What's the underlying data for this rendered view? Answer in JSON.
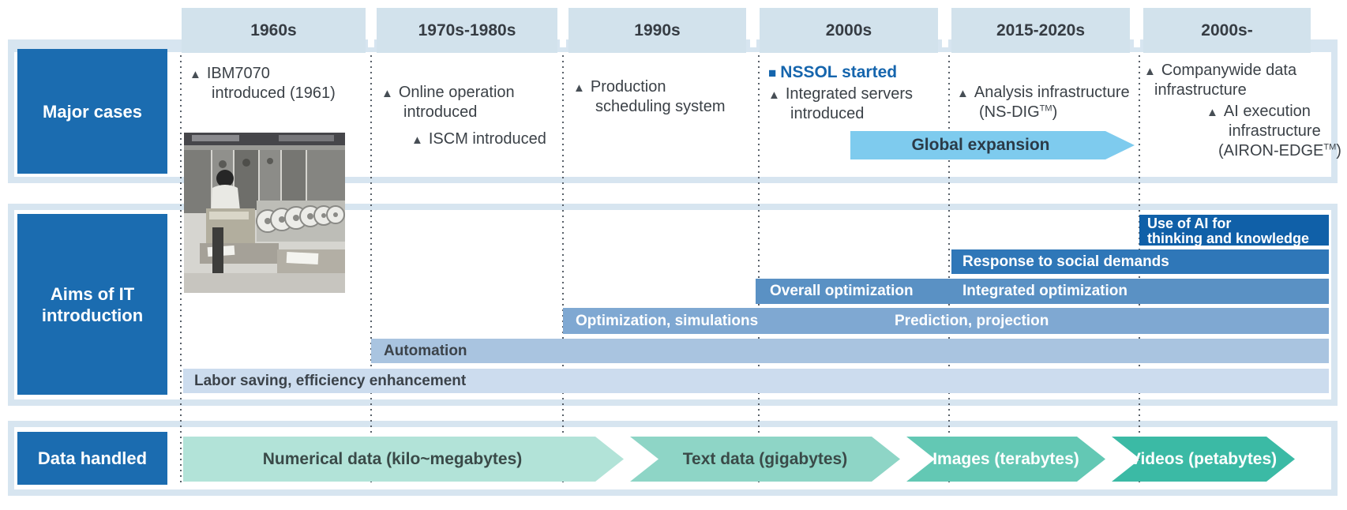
{
  "header": {
    "periods": [
      "1960s",
      "1970s-1980s",
      "1990s",
      "2000s",
      "2015-2020s",
      "2000s-"
    ]
  },
  "icons": {
    "event_marker": "▲",
    "company_marker": "■"
  },
  "sections": {
    "major_cases": {
      "label": "Major cases",
      "entries": {
        "ibm": {
          "line1": "IBM7070",
          "line2": "introduced (1961)"
        },
        "online": {
          "line1": "Online operation",
          "line2": "introduced"
        },
        "iscm": {
          "line1": "ISCM introduced"
        },
        "production": {
          "line1": "Production",
          "line2": "scheduling system"
        },
        "nssol": {
          "text": "NSSOL started"
        },
        "integrated_servers": {
          "line1": "Integrated servers",
          "line2": "introduced"
        },
        "analysis": {
          "line1": "Analysis infrastructure",
          "line2_pre": "(NS-DIG",
          "tm": "TM",
          "line2_post": ")"
        },
        "companywide": {
          "line1": "Companywide data",
          "line2": "infrastructure"
        },
        "ai_execution": {
          "line1": "AI execution",
          "line2": "infrastructure",
          "line3_pre": "(AIRON-EDGE",
          "tm": "TM",
          "line3_post": ")"
        },
        "global_expansion": "Global expansion"
      },
      "photo_caption": "Black-and-white photo of a 1960s computer room with an operator and magnetic tape reels"
    },
    "aims": {
      "label_line1": "Aims of IT",
      "label_line2": "introduction",
      "bars": [
        {
          "labels": [
            "Use of AI for",
            "thinking and knowledge"
          ],
          "color": "#1060a8"
        },
        {
          "labels": [
            "Response to social demands"
          ],
          "color": "#2f77b8"
        },
        {
          "labels": [
            "Overall optimization",
            "Integrated optimization"
          ],
          "color": "#5a91c4"
        },
        {
          "labels": [
            "Optimization, simulations",
            "Prediction, projection"
          ],
          "color": "#7fa8d2"
        },
        {
          "labels": [
            "Automation"
          ],
          "color": "#a9c4e0"
        },
        {
          "labels": [
            "Labor saving, efficiency enhancement"
          ],
          "color": "#ccdcee"
        }
      ]
    },
    "data_handled": {
      "label": "Data handled",
      "chevrons": [
        {
          "label": "Numerical data (kilo~megabytes)",
          "color": "#b2e3d8"
        },
        {
          "label": "Text data (gigabytes)",
          "color": "#8ed5c6"
        },
        {
          "label": "Images (terabytes)",
          "color": "#63c8b4"
        },
        {
          "label": "Videos (petabytes)",
          "color": "#3bbaa5"
        }
      ]
    }
  },
  "colors": {
    "row_label_blue": "#1b6cb0",
    "panel_frame": "#d7e5f0",
    "header_box": "#d2e2ec",
    "nssol_blue": "#1565ad",
    "global_expansion_arrow": "#7ecbee",
    "body_text": "#3b4147"
  }
}
